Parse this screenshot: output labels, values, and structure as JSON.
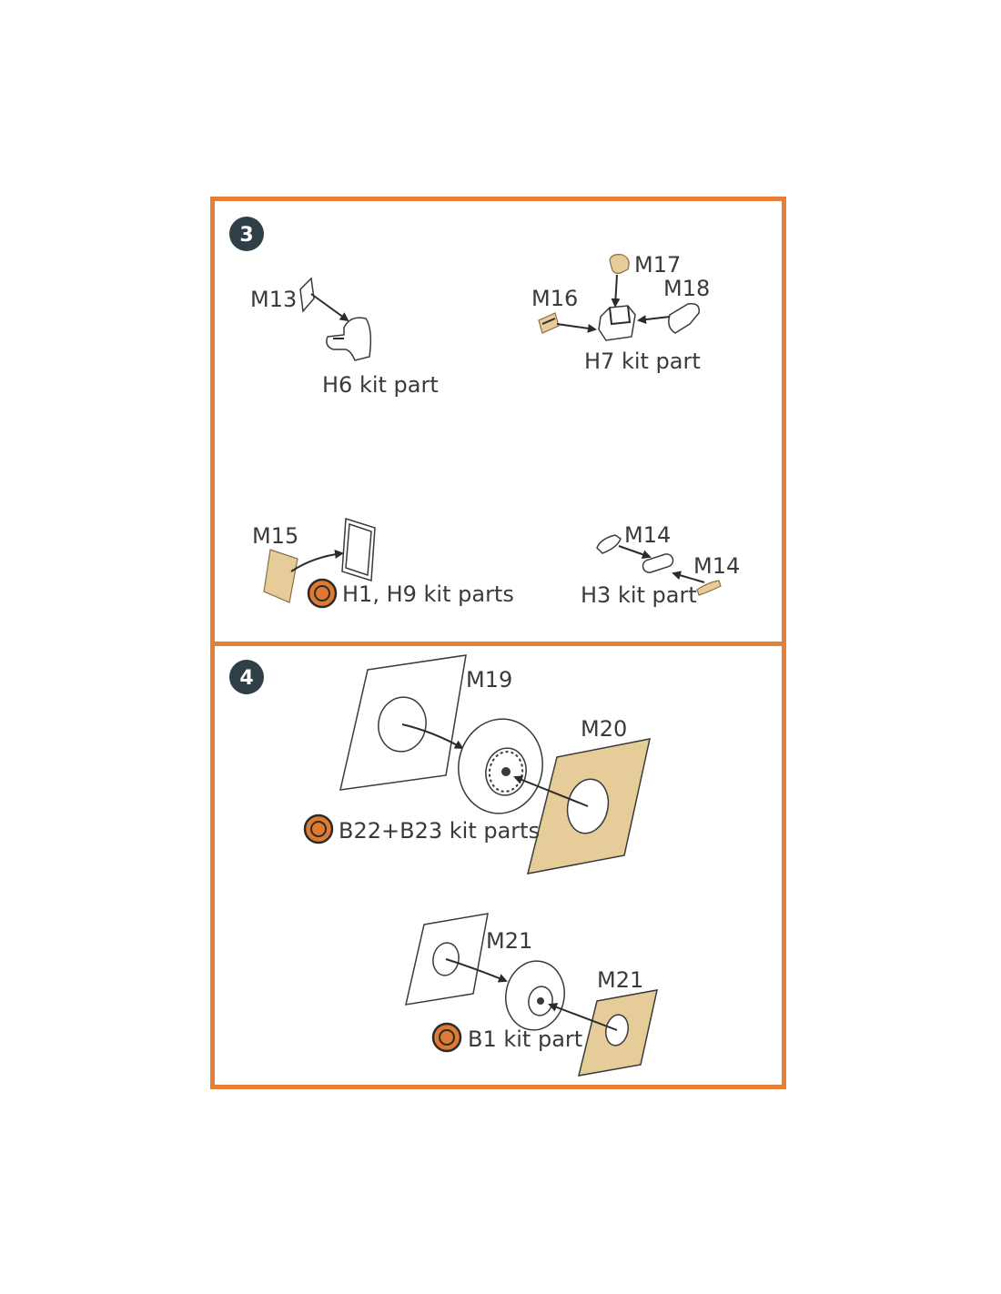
{
  "colors": {
    "frame": "#e57f36",
    "badge": "#2e3f47",
    "photoetch": "#e6cc99",
    "kit_icon": "#e07a30"
  },
  "step3": {
    "number": "3",
    "labels": {
      "m13": "M13",
      "h6": "H6 kit part",
      "m16": "M16",
      "m17": "M17",
      "m18": "M18",
      "h7": "H7 kit part",
      "m15": "M15",
      "h1h9": "H1, H9 kit parts",
      "m14a": "M14",
      "m14b": "M14",
      "h3": "H3 kit part"
    }
  },
  "step4": {
    "number": "4",
    "labels": {
      "m19": "M19",
      "m20": "M20",
      "b22b23": "B22+B23 kit parts",
      "m21a": "M21",
      "m21b": "M21",
      "b1": "B1 kit part"
    }
  },
  "icons": [
    "kit-part-icon",
    "arrow-icon"
  ]
}
